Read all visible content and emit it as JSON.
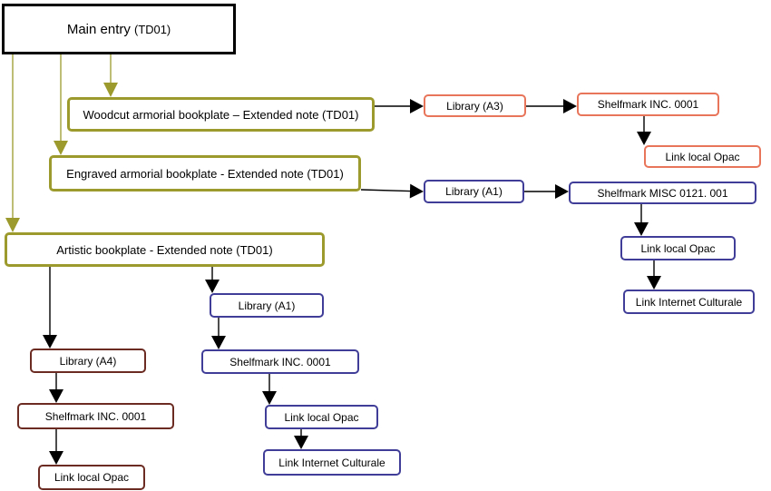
{
  "colors": {
    "main_border": "#000000",
    "olive": "#9C9A2C",
    "orange": "#E8745A",
    "blue": "#3F3D97",
    "brown": "#6B2B22",
    "black_line": "#000000"
  },
  "nodes": {
    "main": {
      "text": "Main entry",
      "code": "(TD01)"
    },
    "woodcut": {
      "label": "Woodcut armorial bookplate – Extended note (TD01)"
    },
    "engraved": {
      "label": "Engraved armorial bookplate - Extended note (TD01)"
    },
    "artistic": {
      "label": "Artistic bookplate - Extended note (TD01)"
    },
    "lib_a3": {
      "label": "Library (A3)"
    },
    "shelf_inc_a3": {
      "label": "Shelfmark  INC. 0001"
    },
    "opac_a3": {
      "label": "Link local Opac"
    },
    "lib_a1_top": {
      "label": "Library  (A1)"
    },
    "shelf_misc": {
      "label": "Shelfmark   MISC 0121. 001"
    },
    "opac_a1_top": {
      "label": "Link local Opac"
    },
    "internet_top": {
      "label": "Link Internet Culturale"
    },
    "lib_a1_bottom": {
      "label": "Library  (A1)"
    },
    "shelf_inc_a1": {
      "label": "Shelfmark   INC. 0001"
    },
    "opac_a1_bottom": {
      "label": "Link local Opac"
    },
    "internet_bottom": {
      "label": "Link Internet Culturale"
    },
    "lib_a4": {
      "label": "Library  (A4)"
    },
    "shelf_inc_a4": {
      "label": "Shelfmark   INC. 0001"
    },
    "opac_a4": {
      "label": "Link local Opac"
    }
  }
}
